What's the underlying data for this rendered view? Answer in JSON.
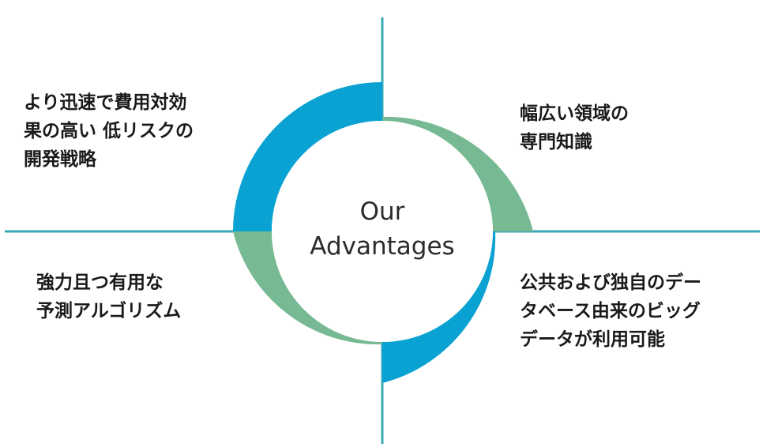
{
  "center": {
    "line1": "Our",
    "line2": "Advantages"
  },
  "quadrants": {
    "top_left": [
      "より迅速で費用対効",
      "果の高い 低リスクの",
      "開発戦略"
    ],
    "top_right": [
      "幅広い領域の",
      "専門知識"
    ],
    "bottom_left": [
      "強力且つ有用な",
      "予測アルゴリズム"
    ],
    "bottom_right": [
      "公共および独自のデー",
      "タベース由来のビッグ",
      "データが利用可能"
    ]
  },
  "colors": {
    "blue": "#0aa2d2",
    "green": "#76b992",
    "axis": "#3aa9b6",
    "text": "#1a1a1a"
  }
}
